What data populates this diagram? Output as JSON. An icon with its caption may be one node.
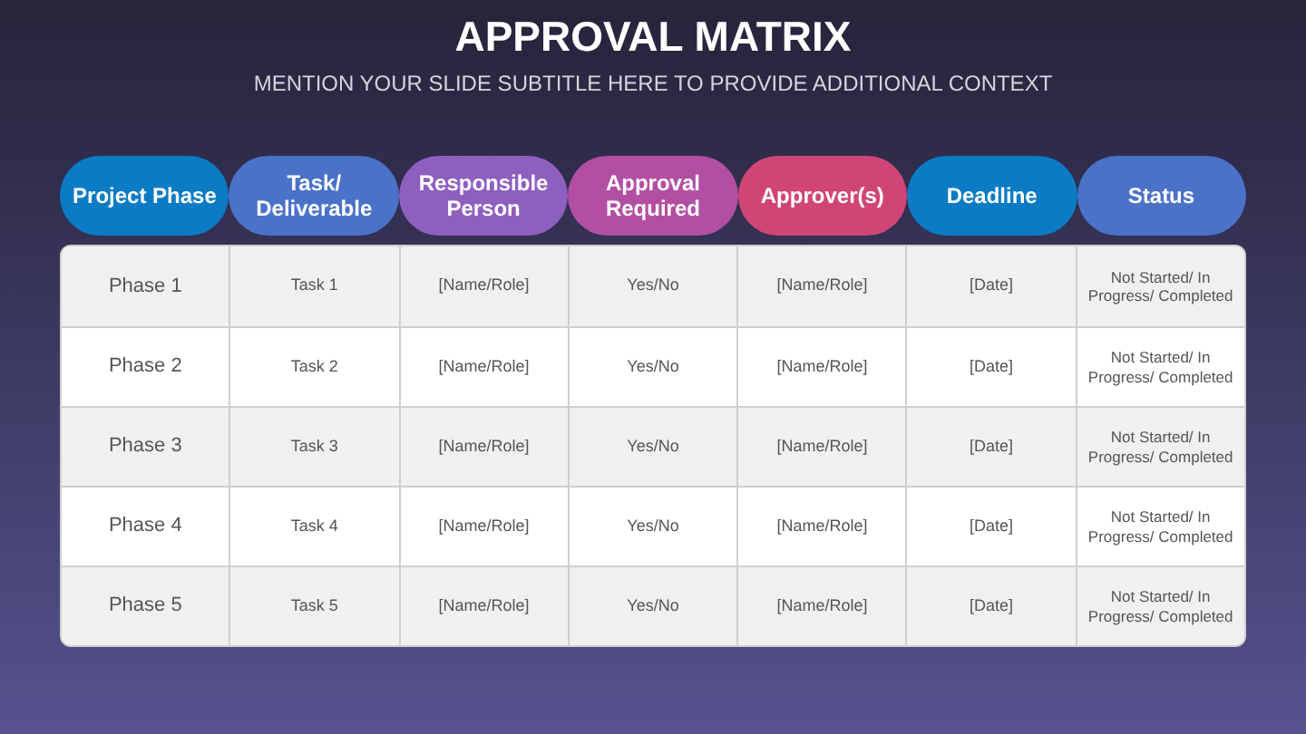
{
  "diagram": {
    "title": "APPROVAL MATRIX",
    "caption": "MENTION YOUR SLIDE SUBTITLE HERE TO PROVIDE ADDITIONAL CONTEXT",
    "nodes": [
      {
        "text": [
          "Project Phase"
        ]
      },
      {
        "text": [
          "Task/ Deliverable"
        ]
      },
      {
        "text": [
          "Responsible Person"
        ]
      },
      {
        "text": [
          "Approval Required"
        ]
      },
      {
        "text": [
          "Approver(s)"
        ]
      },
      {
        "text": [
          "Deadline"
        ]
      },
      {
        "text": [
          "Status"
        ]
      }
    ],
    "labels": [
      "Phase 1",
      "Task 1",
      "[Name/Role]",
      "Yes/No",
      "[Name/Role]",
      "[Date]",
      "Not Started/ In Progress/ Completed",
      "Phase 2",
      "Task 2",
      "[Name/Role]",
      "Yes/No",
      "[Name/Role]",
      "[Date]",
      "Not Started/ In Progress/ Completed",
      "Phase 3",
      "Task 3",
      "[Name/Role]",
      "Yes/No",
      "[Name/Role]",
      "[Date]",
      "Not Started/ In Progress/ Completed",
      "Phase 4",
      "Task 4",
      "[Name/Role]",
      "Yes/No",
      "[Name/Role]",
      "[Date]",
      "Not Started/ In Progress/ Completed",
      "Phase 5",
      "Task 5",
      "[Name/Role]",
      "Yes/No",
      "[Name/Role]",
      "[Date]",
      "Not Started/ In Progress/ Completed"
    ]
  }
}
